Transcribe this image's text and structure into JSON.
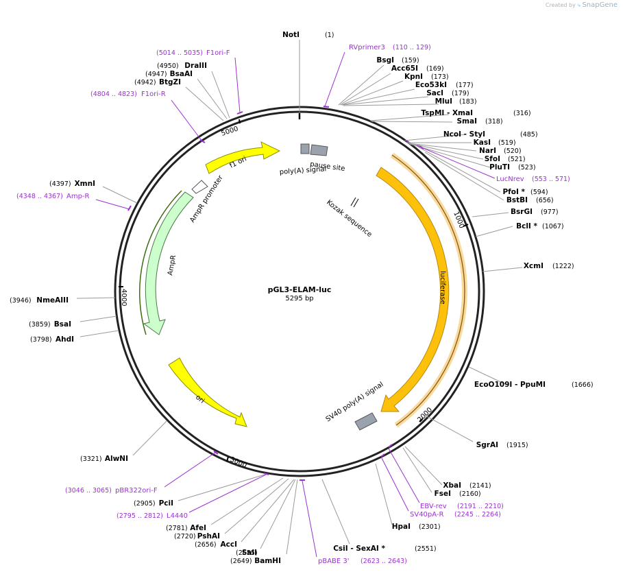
{
  "credit": {
    "created_by": "Created by",
    "brand": "SnapGene"
  },
  "plasmid": {
    "name": "pGL3-ELAM-luc",
    "length": "5295 bp"
  },
  "ticks": {
    "t1000": "1000",
    "t2000": "2000",
    "t3000": "3000",
    "t4000": "4000",
    "t5000": "5000"
  },
  "features": {
    "f1ori": "f1 ori",
    "ampr_promoter": "AmpR promoter",
    "ampr": "AmpR",
    "ori": "ori",
    "luciferase": "luciferase",
    "sv40": "SV40 poly(A) signal",
    "pause": "pause site",
    "polya": "poly(A) signal",
    "kozak": "Kozak sequence"
  },
  "enzymes": [
    {
      "name": "NotI",
      "pos": "(1)"
    },
    {
      "name": "BsgI",
      "pos": "(159)"
    },
    {
      "name": "Acc65I",
      "pos": "(169)"
    },
    {
      "name": "KpnI",
      "pos": "(173)"
    },
    {
      "name": "Eco53kI",
      "pos": "(177)"
    },
    {
      "name": "SacI",
      "pos": "(179)"
    },
    {
      "name": "MluI",
      "pos": "(183)"
    },
    {
      "name": "TspMI",
      "dash": "-",
      "name2": "XmaI",
      "pos": "(316)"
    },
    {
      "name": "SmaI",
      "pos": "(318)"
    },
    {
      "name": "NcoI",
      "dash": "-",
      "name2": "StyI",
      "pos": "(485)"
    },
    {
      "name": "KasI",
      "pos": "(519)"
    },
    {
      "name": "NarI",
      "pos": "(520)"
    },
    {
      "name": "SfoI",
      "pos": "(521)"
    },
    {
      "name": "PluTI",
      "pos": "(523)"
    },
    {
      "name": "PfoI *",
      "pos": "(594)"
    },
    {
      "name": "BstBI",
      "pos": "(656)"
    },
    {
      "name": "BsrGI",
      "pos": "(977)"
    },
    {
      "name": "BclI *",
      "pos": "(1067)"
    },
    {
      "name": "XcmI",
      "pos": "(1222)"
    },
    {
      "name": "EcoO109I",
      "dash": "-",
      "name2": "PpuMI",
      "pos": "(1666)"
    },
    {
      "name": "SgrAI",
      "pos": "(1915)"
    },
    {
      "name": "XbaI",
      "pos": "(2141)"
    },
    {
      "name": "FseI",
      "pos": "(2160)"
    },
    {
      "name": "HpaI",
      "pos": "(2301)"
    },
    {
      "name": "CsiI",
      "dash": "-",
      "name2": "SexAI *",
      "pos": "(2551)"
    },
    {
      "name": "BamHI",
      "pos": "(2649)"
    },
    {
      "name": "SalI",
      "pos": "(2655)"
    },
    {
      "name": "AccI",
      "pos": "(2656)"
    },
    {
      "name": "PshAI",
      "pos": "(2720)"
    },
    {
      "name": "AfeI",
      "pos": "(2781)"
    },
    {
      "name": "PciI",
      "pos": "(2905)"
    },
    {
      "name": "AlwNI",
      "pos": "(3321)"
    },
    {
      "name": "AhdI",
      "pos": "(3798)"
    },
    {
      "name": "BsaI",
      "pos": "(3859)"
    },
    {
      "name": "NmeAIII",
      "pos": "(3946)"
    },
    {
      "name": "XmnI",
      "pos": "(4397)"
    },
    {
      "name": "BtgZI",
      "pos": "(4942)"
    },
    {
      "name": "BsaAI",
      "pos": "(4947)"
    },
    {
      "name": "DraIII",
      "pos": "(4950)"
    }
  ],
  "primers": [
    {
      "name": "RVprimer3",
      "range": "(110 .. 129)"
    },
    {
      "name": "LucNrev",
      "range": "(553 .. 571)"
    },
    {
      "name": "EBV-rev",
      "range": "(2191 .. 2210)"
    },
    {
      "name": "SV40pA-R",
      "range": "(2245 .. 2264)"
    },
    {
      "name": "pBABE 3'",
      "range": "(2623 .. 2643)"
    },
    {
      "name": "L4440",
      "range": "(2795 .. 2812)"
    },
    {
      "name": "pBR322ori-F",
      "range": "(3046 .. 3065)"
    },
    {
      "name": "Amp-R",
      "range": "(4348 .. 4367)"
    },
    {
      "name": "F1ori-R",
      "range": "(4804 .. 4823)"
    },
    {
      "name": "F1ori-F",
      "range": "(5014 .. 5035)"
    }
  ]
}
